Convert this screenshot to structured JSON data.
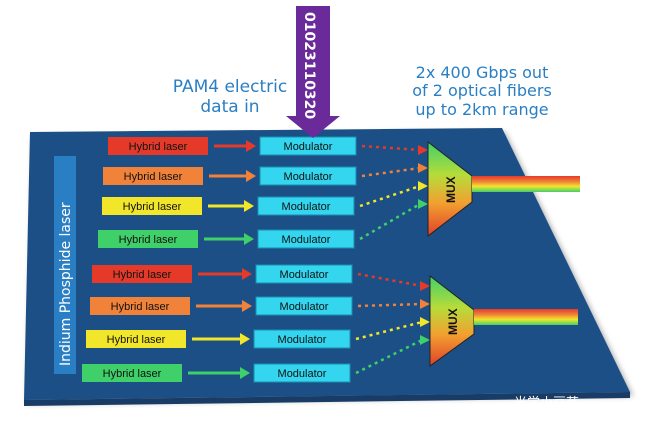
{
  "header": {
    "input_label_line1": "PAM4 electric",
    "input_label_line2": "data in",
    "output_label_line1": "2x 400 Gbps out",
    "output_label_line2": "of 2 optical fibers",
    "output_label_line3": "up to 2km range",
    "bit_stream": "01023110320"
  },
  "chip": {
    "side_label": "Indium Phosphide laser"
  },
  "lanes": [
    {
      "laser_label": "Hybrid laser",
      "modulator_label": "Modulator",
      "color": "#e53a2a"
    },
    {
      "laser_label": "Hybrid laser",
      "modulator_label": "Modulator",
      "color": "#f0823a"
    },
    {
      "laser_label": "Hybrid laser",
      "modulator_label": "Modulator",
      "color": "#f2e62a"
    },
    {
      "laser_label": "Hybrid laser",
      "modulator_label": "Modulator",
      "color": "#3fd06a"
    },
    {
      "laser_label": "Hybrid laser",
      "modulator_label": "Modulator",
      "color": "#e53a2a"
    },
    {
      "laser_label": "Hybrid laser",
      "modulator_label": "Modulator",
      "color": "#f0823a"
    },
    {
      "laser_label": "Hybrid laser",
      "modulator_label": "Modulator",
      "color": "#f2e62a"
    },
    {
      "laser_label": "Hybrid laser",
      "modulator_label": "Modulator",
      "color": "#3fd06a"
    }
  ],
  "mux": [
    {
      "label": "MUX"
    },
    {
      "label": "MUX"
    }
  ],
  "colors": {
    "chip": "#1f4f86",
    "modulator": "#33d6ee",
    "label_blue": "#2a7fc4",
    "input_arrow": "#6a2a9a"
  },
  "watermark": "光学小豆芽"
}
